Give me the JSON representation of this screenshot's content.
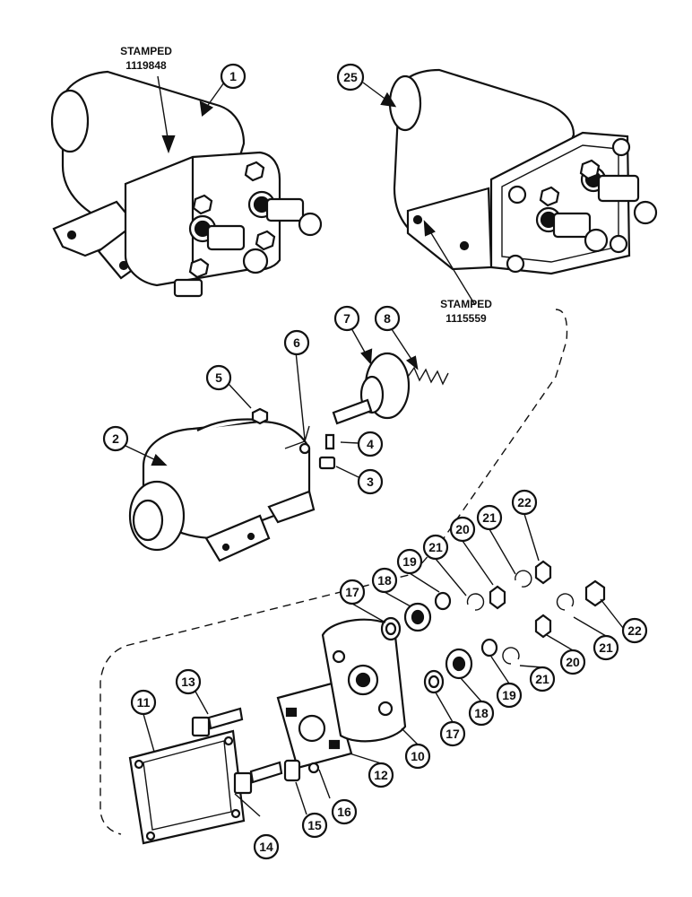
{
  "stamps": {
    "top_left": {
      "word": "STAMPED",
      "number": "1119848"
    },
    "top_right": {
      "word": "STAMPED",
      "number": "1115559"
    }
  },
  "callouts": [
    "1",
    "2",
    "3",
    "4",
    "5",
    "6",
    "7",
    "8",
    "10",
    "11",
    "12",
    "13",
    "14",
    "15",
    "16",
    "17",
    "17",
    "18",
    "18",
    "19",
    "19",
    "20",
    "20",
    "21",
    "21",
    "21",
    "21",
    "22",
    "22",
    "25"
  ]
}
